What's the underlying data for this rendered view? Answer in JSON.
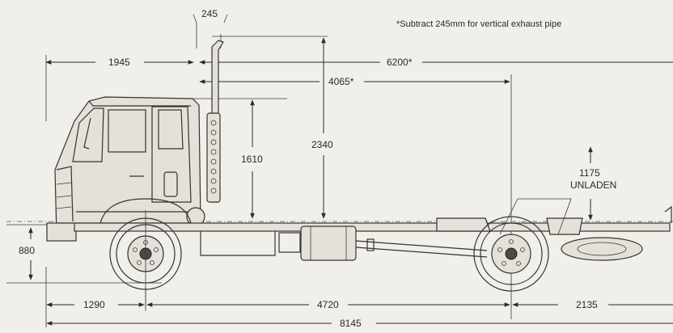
{
  "note": "*Subtract 245mm for vertical exhaust pipe",
  "dimensions": {
    "exhaust_width": "245",
    "cab_front_to_exhaust": "1945",
    "overall_height": "6200*",
    "exhaust_to_axle": "4065*",
    "frame_to_cab_top": "1610",
    "frame_to_exhaust_top": "2340",
    "fifth_wheel_height": "1175",
    "fifth_wheel_condition": "UNLADEN",
    "frame_height": "880",
    "front_overhang": "1290",
    "wheelbase": "4720",
    "rear_overhang": "2135",
    "overall_length": "8145"
  }
}
